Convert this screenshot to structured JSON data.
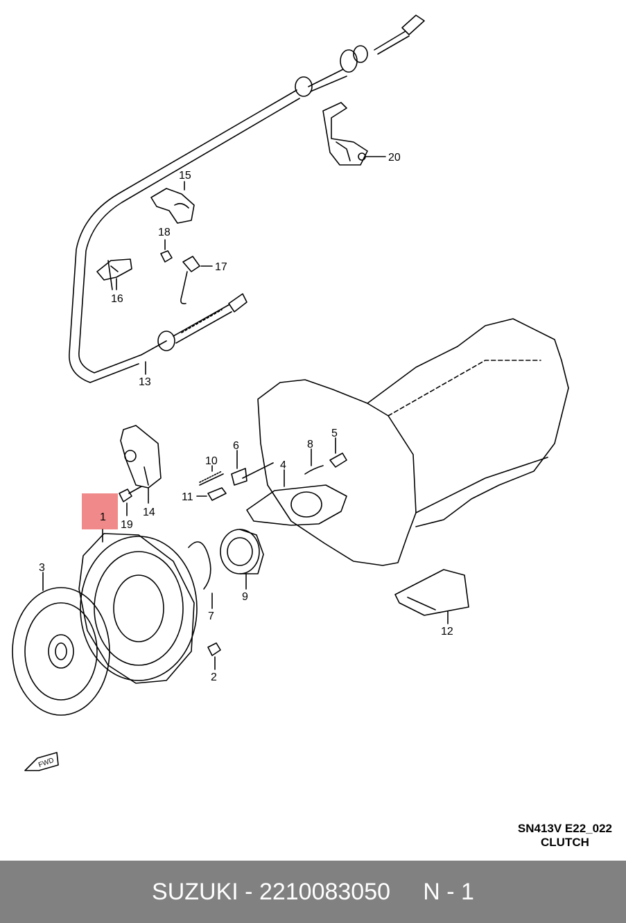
{
  "callouts": [
    {
      "id": "c1",
      "label": "1"
    },
    {
      "id": "c2",
      "label": "2"
    },
    {
      "id": "c3",
      "label": "3"
    },
    {
      "id": "c4",
      "label": "4"
    },
    {
      "id": "c5",
      "label": "5"
    },
    {
      "id": "c6",
      "label": "6"
    },
    {
      "id": "c7",
      "label": "7"
    },
    {
      "id": "c8",
      "label": "8"
    },
    {
      "id": "c9",
      "label": "9"
    },
    {
      "id": "c10",
      "label": "10"
    },
    {
      "id": "c11",
      "label": "11"
    },
    {
      "id": "c12",
      "label": "12"
    },
    {
      "id": "c13",
      "label": "13"
    },
    {
      "id": "c14",
      "label": "14"
    },
    {
      "id": "c15",
      "label": "15"
    },
    {
      "id": "c16",
      "label": "16"
    },
    {
      "id": "c17",
      "label": "17"
    },
    {
      "id": "c18",
      "label": "18"
    },
    {
      "id": "c19",
      "label": "19"
    },
    {
      "id": "c20",
      "label": "20"
    }
  ],
  "fwd_label": "FWD",
  "caption": {
    "code": "SN413V E22_022",
    "name": "CLUTCH"
  },
  "footer": {
    "text": "SUZUKI - 2210083050     N - 1"
  },
  "colors": {
    "highlight": "#f08a8a",
    "footer_bg": "#818181",
    "footer_text": "#ffffff"
  }
}
